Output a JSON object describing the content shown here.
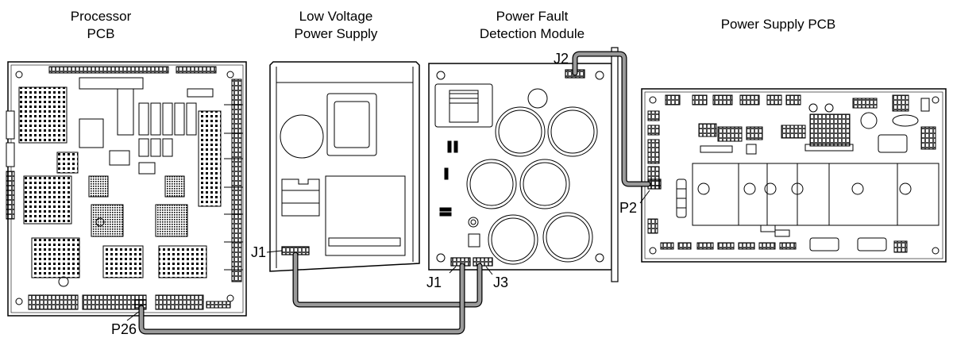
{
  "titles": {
    "processor": "Processor\nPCB",
    "low_voltage": "Low Voltage\nPower Supply",
    "power_fault": "Power Fault\nDetection Module",
    "power_supply_pcb": "Power Supply PCB"
  },
  "connectors": {
    "j1_lvps": "J1",
    "j2": "J2",
    "j1_pfdm": "J1",
    "j3": "J3",
    "p2": "P2",
    "p26": "P26"
  },
  "colors": {
    "line": "#000000",
    "cable": "#9a9a9a",
    "board": "#ffffff"
  }
}
